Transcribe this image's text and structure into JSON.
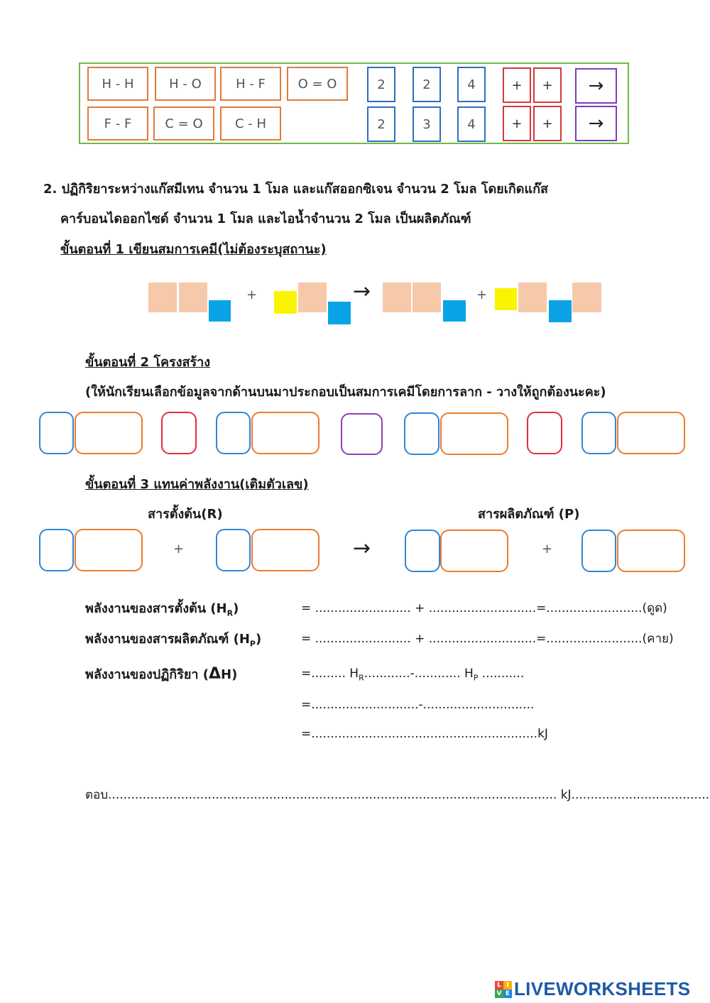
{
  "bank": {
    "bonds_row1": [
      "H - H",
      "H - O",
      "H - F",
      "O = O"
    ],
    "bonds_row2": [
      "F - F",
      "C = O",
      "C - H"
    ],
    "coef_row1": [
      "2",
      "2",
      "4"
    ],
    "coef_row2": [
      "2",
      "3",
      "4"
    ],
    "plus": "+",
    "arrow": "→"
  },
  "question": {
    "line1": "2. ปฏิกิริยาระหว่างแก๊สมีเทน จำนวน 1 โมล และแก๊สออกซิเจน จำนวน 2 โมล  โดยเกิดแก๊ส",
    "line2": "คาร์บอนไดออกไซด์ จำนวน 1 โมล และไอน้ำจำนวน 2 โมล เป็นผลิตภัณฑ์",
    "step1": "ขั้นตอนที่ 1 เขียนสมการเคมี(ไม่ต้องระบุสถานะ)",
    "step2": "ขั้นตอนที่ 2 โครงสร้าง",
    "step2_note": "(ให้นักเรียนเลือกข้อมูลจากด้านบนมาประกอบเป็นสมการเคมีโดยการลาก - วางให้ถูกต้องนะคะ)",
    "step3": "ขั้นตอนที่ 3 แทนค่าพลังงาน(เติมตัวเลข)",
    "reactants_label": "สารตั้งต้น(R)",
    "products_label": "สารผลิตภัณฑ์ (P)"
  },
  "energy": {
    "hr_label": "พลังงานของสารตั้งต้น (H",
    "hr_sub": "R",
    "hp_label": "พลังงานของสารผลิตภัณฑ์ (H",
    "hp_sub": "P",
    "dh_label": "พลังงานของปฏิกิริยา (",
    "delta": "Δ",
    "dh_tail": "H)",
    "close_paren": ")",
    "hr_line": "= ......................... + ............................=.........................(ดูด)",
    "hp_line": "= ......................... + ............................=.........................(คาย)",
    "dh_line1_a": "=......... H",
    "dh_line1_sub_r": "R",
    "dh_line1_b": "............-............ H",
    "dh_line1_sub_p": "P",
    "dh_line1_c": " ...........",
    "dh_line2": "=............................-.............................",
    "dh_line3": "=...........................................................kJ"
  },
  "answer": {
    "line": "ตอบ..................................................................................................................... kJ......................................."
  },
  "brand": {
    "logo_text": "LIVEWORKSHEETS",
    "mark_letters": [
      "L",
      "I",
      "V",
      "E"
    ]
  }
}
